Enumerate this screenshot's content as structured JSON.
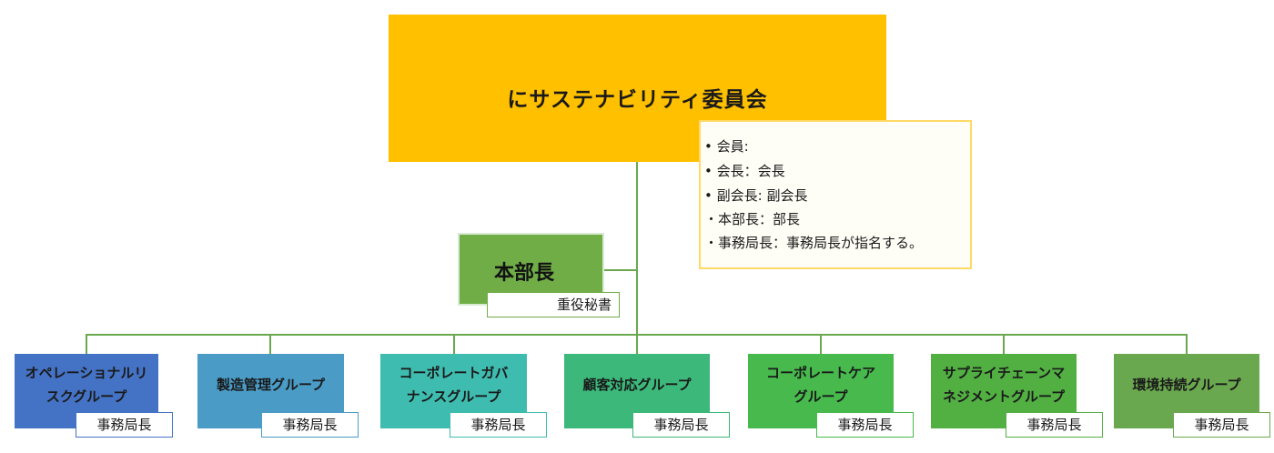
{
  "committee": {
    "title": "にサステナビリティ委員会",
    "members": [
      "• 会員:",
      "• 会長：会長",
      "• 副会長: 副会長",
      "・本部長：部長",
      "・事務局長：事務局長が指名する。"
    ]
  },
  "headquarters": {
    "title": "本部長",
    "assistant": "重役秘書"
  },
  "groups": [
    {
      "name": "オペレーショナルリ\nスクグループ",
      "head": "事務局長",
      "color": "#4472c4"
    },
    {
      "name": "製造管理グループ",
      "head": "事務局長",
      "color": "#4a9cc7"
    },
    {
      "name": "コーポレートガバ\nナンスグループ",
      "head": "事務局長",
      "color": "#3fbcb0"
    },
    {
      "name": "顧客対応グループ",
      "head": "事務局長",
      "color": "#3cb87a"
    },
    {
      "name": "コーポレートケア\nグループ",
      "head": "事務局長",
      "color": "#47b94d"
    },
    {
      "name": "サプライチェーンマ\nネジメントグループ",
      "head": "事務局長",
      "color": "#52b043"
    },
    {
      "name": "環境持続グループ",
      "head": "事務局長",
      "color": "#6aa84f"
    }
  ]
}
